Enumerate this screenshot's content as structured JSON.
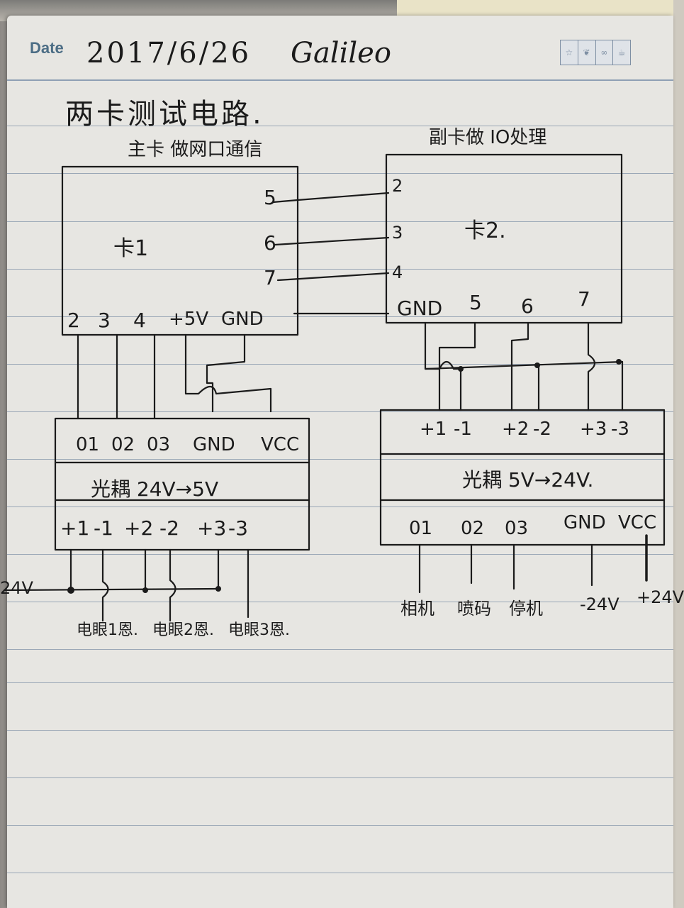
{
  "header": {
    "date_label": "Date",
    "date": "2017/6/26",
    "project": "Galileo"
  },
  "title": "两卡测试电路.",
  "main_note": "主卡 做网口通信",
  "sub_note": "副卡做 IO处理",
  "card1": {
    "name": "卡1",
    "side_pins": [
      "5",
      "6",
      "7"
    ],
    "bottom_pins": [
      "2",
      "3",
      "4",
      "+5V",
      "GND"
    ]
  },
  "card2": {
    "name": "卡2.",
    "side_pins": [
      "2",
      "3",
      "4"
    ],
    "bottom_pins": [
      "GND",
      "5",
      "6",
      "7"
    ]
  },
  "opto1": {
    "top_pins": [
      "01",
      "02",
      "03",
      "GND",
      "VCC"
    ],
    "name": "光耦 24V→5V",
    "bottom_pins": [
      "+1",
      "-1",
      "+2",
      "-2",
      "+3",
      "-3"
    ]
  },
  "opto2": {
    "top_pins": [
      "+1",
      "-1",
      "+2",
      "-2",
      "+3",
      "-3"
    ],
    "name": "光耦 5V→24V.",
    "bottom_pins": [
      "01",
      "02",
      "03",
      "GND",
      "VCC"
    ]
  },
  "left_supply": "24V",
  "sensors": [
    "电眼1恩.",
    "电眼2恩.",
    "电眼3恩."
  ],
  "outputs": [
    "相机",
    "喷码",
    "停机",
    "-24V",
    "+24V"
  ],
  "colors": {
    "ink": "#1b1b1b",
    "rule": "#9aa7b6",
    "date_label": "#4c6d85",
    "paper": "#e7e6e2"
  },
  "icons": [
    "star-icon",
    "leaf-icon",
    "glasses-icon",
    "cup-icon"
  ]
}
